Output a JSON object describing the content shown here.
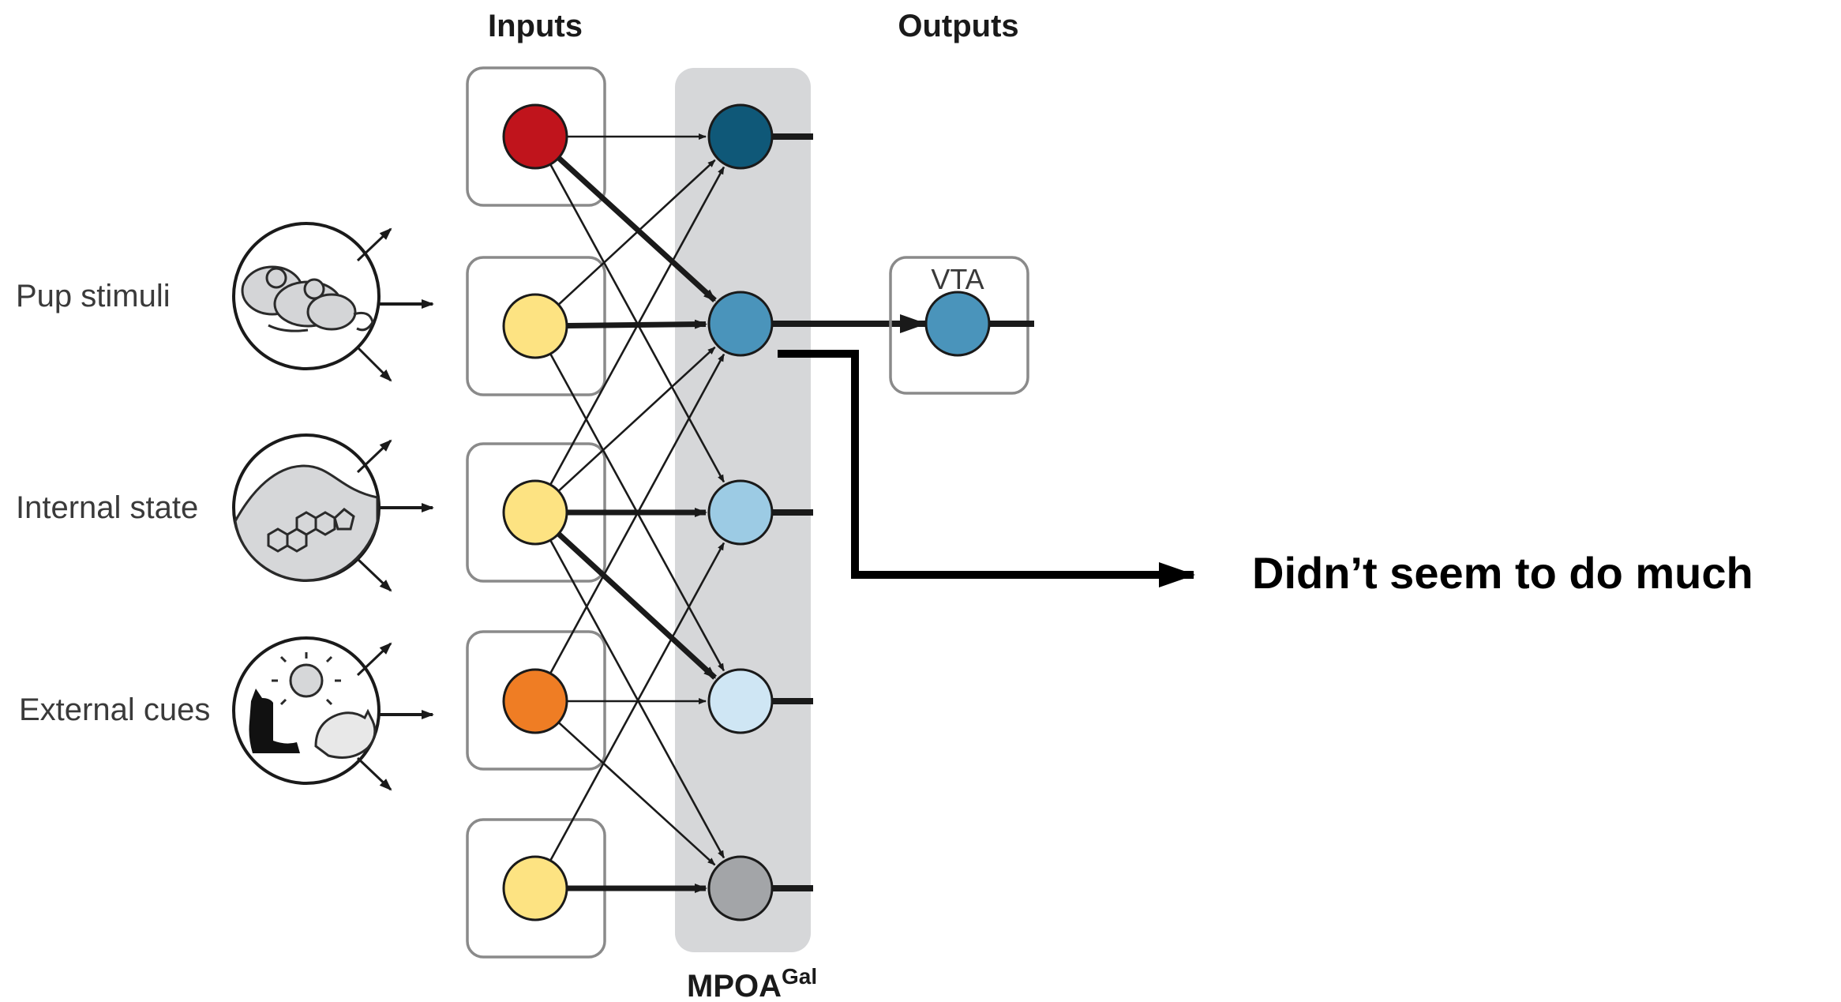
{
  "headers": {
    "inputs": "Inputs",
    "outputs": "Outputs"
  },
  "region": {
    "name": "MPOA",
    "superscript": "Gal"
  },
  "left_labels": [
    {
      "text": "Pup stimuli",
      "icon": "pup-stimuli-icon"
    },
    {
      "text": "Internal state",
      "icon": "internal-state-icon"
    },
    {
      "text": "External cues",
      "icon": "external-cues-icon"
    }
  ],
  "vta_label": "VTA",
  "annotation": "Didn’t seem to do much",
  "colors": {
    "input_1": "#c0141c",
    "input_2": "#fde382",
    "input_3": "#fde382",
    "input_4": "#ef7d24",
    "input_5": "#fde382",
    "mpoa_1": "#0f5878",
    "mpoa_2": "#4a94bb",
    "mpoa_3": "#9ccbe4",
    "mpoa_4": "#cfe6f4",
    "mpoa_5": "#a3a5a8",
    "vta": "#4a94bb",
    "mpoa_band": "#d6d7d9"
  }
}
